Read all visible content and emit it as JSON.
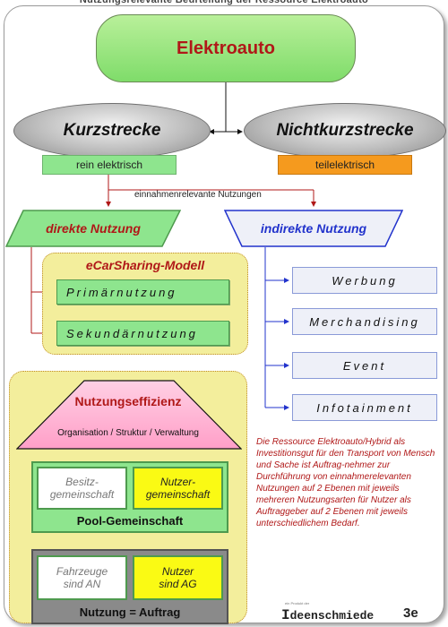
{
  "header": {
    "cut_title": "Nutzungsrelevante Beurteilung der Ressource Elektroauto"
  },
  "top": {
    "title": "Elektroauto"
  },
  "level1": {
    "left": {
      "title": "Kurzstrecke",
      "tag": "rein elektrisch"
    },
    "right": {
      "title": "Nichtkurzstrecke",
      "tag": "teilelektrisch"
    }
  },
  "connector_label": "einnahmenrelevante Nutzungen",
  "direct": {
    "title": "direkte Nutzung",
    "model_title": "eCarSharing-Modell",
    "items": [
      "Primärnutzung",
      "Sekundärnutzung"
    ]
  },
  "indirect": {
    "title": "indirekte Nutzung",
    "items": [
      "Werbung",
      "Merchandising",
      "Event",
      "Infotainment"
    ]
  },
  "efficiency": {
    "title": "Nutzungseffizienz",
    "subtitle": "Organisation / Struktur / Verwaltung",
    "pool": {
      "left": "Besitz-\ngemeinschaft",
      "right": "Nutzer-\ngemeinschaft",
      "label": "Pool-Gemeinschaft"
    },
    "contract": {
      "left": "Fahrzeuge\nsind AN",
      "right": "Nutzer\nsind AG",
      "label": "Nutzung = Auftrag"
    }
  },
  "description": "Die Ressource Elektroauto/Hybrid als Investitionsgut für den Transport von Mensch und Sache ist Auftrag-nehmer zur Durchführung von einnahmerelevanten Nutzungen auf 2 Ebenen mit jeweils mehreren Nutzungsarten für Nutzer als Auftraggeber auf 2 Ebenen mit jeweils unterschiedlichem Bedarf.",
  "logo": {
    "small": "ein Produkt der",
    "initial": "I",
    "name": "deenschmiede",
    "suffix": "3e"
  },
  "colors": {
    "accent_red": "#b01818",
    "green": "#8ee58e",
    "orange": "#f59a1e",
    "blue": "#2233cc",
    "yellow_panel": "#f3ee9c"
  }
}
